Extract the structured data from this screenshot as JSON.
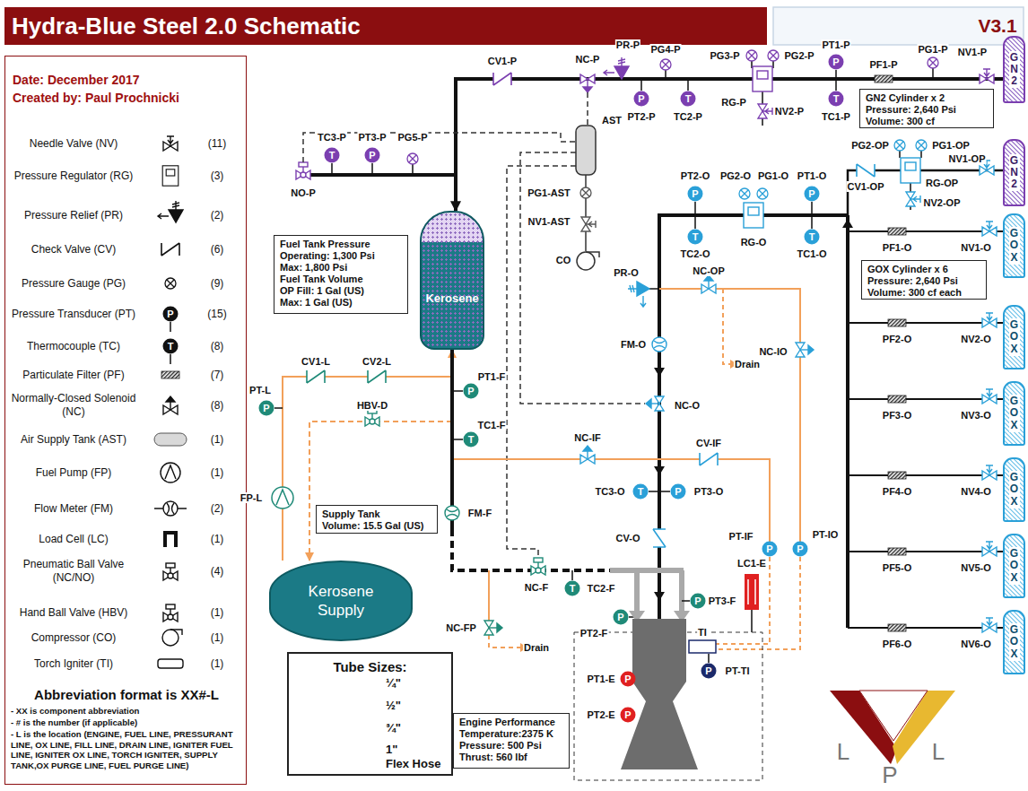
{
  "diagram": {
    "title": "Hydra-Blue Steel 2.0 Schematic",
    "nodes": [
      {
        "text": [
          "Date: December 2017",
          "Created by: Paul Prochnicki",
          "Abbreviation format is XX#-L",
          "- XX is component abbreviation",
          "- # is the number (if applicable)",
          "- L is the location (ENGINE, FUEL LINE, PRESSURANT LINE, OX LINE, FILL LINE, DRAIN LINE, IGNITER FUEL LINE, IGNITER OX LINE, TORCH IGNITER, SUPPLY TANK,OX PURGE LINE, FUEL PURGE LINE)"
        ]
      },
      {
        "text": [
          "GN2"
        ]
      },
      {
        "text": [
          "GN2 Cylinder x 2",
          "Pressure: 2,640 Psi",
          "Volume: 300 cf"
        ]
      },
      {
        "text": [
          "GN2"
        ]
      },
      {
        "text": [
          "GOX Cylinder x 6",
          "Pressure: 2,640 Psi",
          "Volume: 300 cf each"
        ]
      },
      {
        "text": [
          "GOX"
        ]
      },
      {
        "text": [
          "GOX"
        ]
      },
      {
        "text": [
          "GOX"
        ]
      },
      {
        "text": [
          "GOX"
        ]
      },
      {
        "text": [
          "GOX"
        ]
      },
      {
        "text": [
          "GOX"
        ]
      },
      {
        "text": [
          "Fuel Tank Pressure",
          "Operating: 1,300 Psi",
          "Max: 1,800 Psi",
          "Fuel Tank Volume",
          "OP Fill: 1 Gal (US)",
          "Max: 1 Gal (US)"
        ]
      },
      {
        "text": [
          "Kerosene"
        ]
      },
      {
        "text": [
          "Supply Tank",
          "Volume: 15.5 Gal (US)"
        ]
      },
      {
        "text": [
          "Kerosene Supply"
        ]
      },
      {
        "text": [
          "Tube Sizes:"
        ]
      },
      {
        "text": [
          "Engine Performance",
          "Temperature:2375 K",
          "Pressure: 500  Psi",
          "Thrust: 560 lbf"
        ]
      }
    ],
    "edges": [
      {
        "from": 1,
        "to": 12,
        "arrow": "to"
      },
      {
        "from": 14,
        "to": 12,
        "arrow": "to"
      },
      {
        "from": 12,
        "to": 14,
        "arrow": "to"
      }
    ],
    "labels": [
      "V3.1",
      "CV1-P",
      "NC-P",
      "PR-P",
      "PG4-P",
      "PG3-P",
      "PG2-P",
      "PT1-P",
      "P",
      "PF1-P",
      "PG1-P",
      "NV1-P",
      "P",
      "PT2-P",
      "T",
      "TC2-P",
      "RG-P",
      "NV2-P",
      "T",
      "TC1-P",
      "TC3-P",
      "T",
      "PT3-P",
      "P",
      "PG5-P",
      "NO-P",
      "AST",
      "PG1-AST",
      "NV1-AST",
      "CO",
      "PG2-OP",
      "PG1-OP",
      "CV1-OP",
      "NV1-OP",
      "RG-OP",
      "NV2-OP",
      "PT2-O",
      "P",
      "PG2-O",
      "PG1-O",
      "PT1-O",
      "P",
      "T",
      "TC2-O",
      "RG-O",
      "T",
      "TC1-O",
      "PF1-O",
      "NV1-O",
      "PF2-O",
      "NV2-O",
      "PF3-O",
      "NV3-O",
      "PF4-O",
      "NV4-O",
      "PF5-O",
      "NV5-O",
      "PF6-O",
      "NV6-O",
      "PR-O",
      "NC-OP",
      "Drain",
      "NC-IO",
      "FM-O",
      "NC-O",
      "NC-IF",
      "CV-IF",
      "TC3-O",
      "T",
      "P",
      "PT3-O",
      "CV-O",
      "PT-IF",
      "P",
      "PT-IO",
      "P",
      "LC1-E",
      "NC-F",
      "T",
      "TC2-F",
      "NC-FP",
      "Drain",
      "PT2-F",
      "P",
      "P",
      "PT3-F",
      "TI",
      "P",
      "PT-TI",
      "P",
      "PT1-E",
      "P",
      "PT2-E",
      "PT-L",
      "P",
      "CV1-L",
      "CV2-L",
      "PT1-F",
      "P",
      "HBV-D",
      "T",
      "TC1-F",
      "FM-F",
      "FP-L",
      "(11)",
      "(3)",
      "(2)",
      "(6)",
      "(9)",
      "(15)",
      "(8)",
      "(7)",
      "(8)",
      "(1)",
      "(1)",
      "(2)",
      "(1)",
      "(4)",
      "(1)",
      "(1)",
      "(1)",
      "L",
      "P",
      "L",
      "P",
      "T"
    ],
    "legend": [
      {
        "text": "Needle Valve (NV)"
      },
      {
        "text": "Pressure Regulator (RG)"
      },
      {
        "text": "Pressure Relief (PR)"
      },
      {
        "text": "Check Valve (CV)"
      },
      {
        "text": "Pressure Gauge (PG)"
      },
      {
        "text": "Pressure Transducer (PT)"
      },
      {
        "text": "Thermocouple (TC)"
      },
      {
        "text": "Particulate Filter (PF)"
      },
      {
        "text": "Normally-Closed Solenoid (NC)"
      },
      {
        "text": "Air Supply Tank (AST)"
      },
      {
        "text": "Fuel Pump (FP)"
      },
      {
        "text": "Flow Meter (FM)"
      },
      {
        "text": "Load Cell (LC)"
      },
      {
        "text": "Pneumatic Ball Valve (NC/NO)"
      },
      {
        "text": "Hand Ball Valve (HBV)"
      },
      {
        "text": "Compressor (CO)"
      },
      {
        "text": "Torch Igniter (TI)"
      },
      {
        "text": "¼\""
      },
      {
        "text": "½\""
      },
      {
        "text": "¾\""
      },
      {
        "text": "1\""
      },
      {
        "text": "Flex Hose"
      }
    ]
  }
}
